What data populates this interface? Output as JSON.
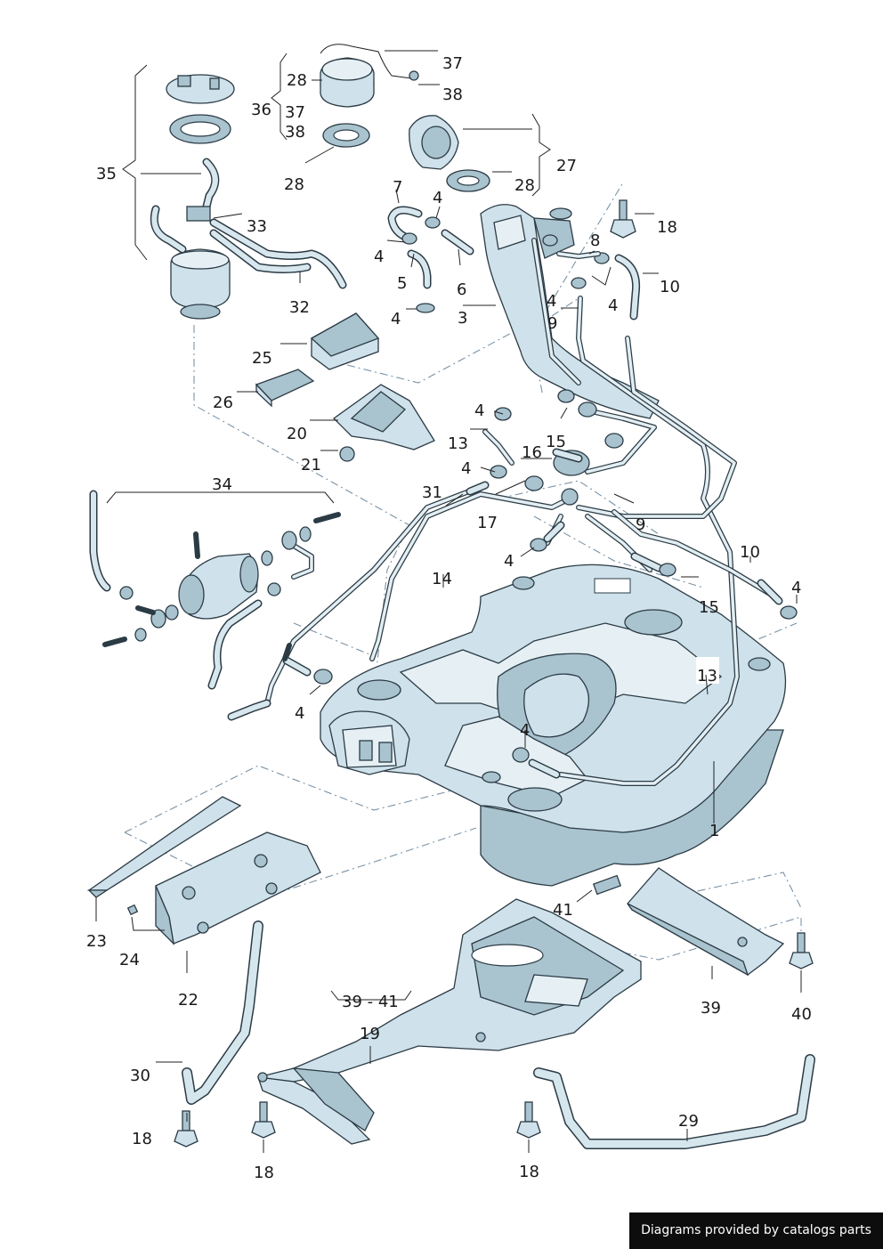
{
  "callouts": [
    "1",
    "3",
    "4",
    "5",
    "6",
    "7",
    "8",
    "9",
    "10",
    "13",
    "14",
    "15",
    "16",
    "17",
    "18",
    "19",
    "20",
    "21",
    "22",
    "23",
    "24",
    "25",
    "26",
    "27",
    "28",
    "29",
    "30",
    "31",
    "32",
    "33",
    "34",
    "35",
    "36",
    "37",
    "38",
    "39",
    "39 - 41",
    "40",
    "41"
  ],
  "credit": "Diagrams provided by catalogs parts",
  "colors": {
    "part_fill": "#cfe1ea",
    "outline": "#2b3b45",
    "leader_dash": "#7b93a6",
    "credit_bg": "#0d0d0d"
  }
}
